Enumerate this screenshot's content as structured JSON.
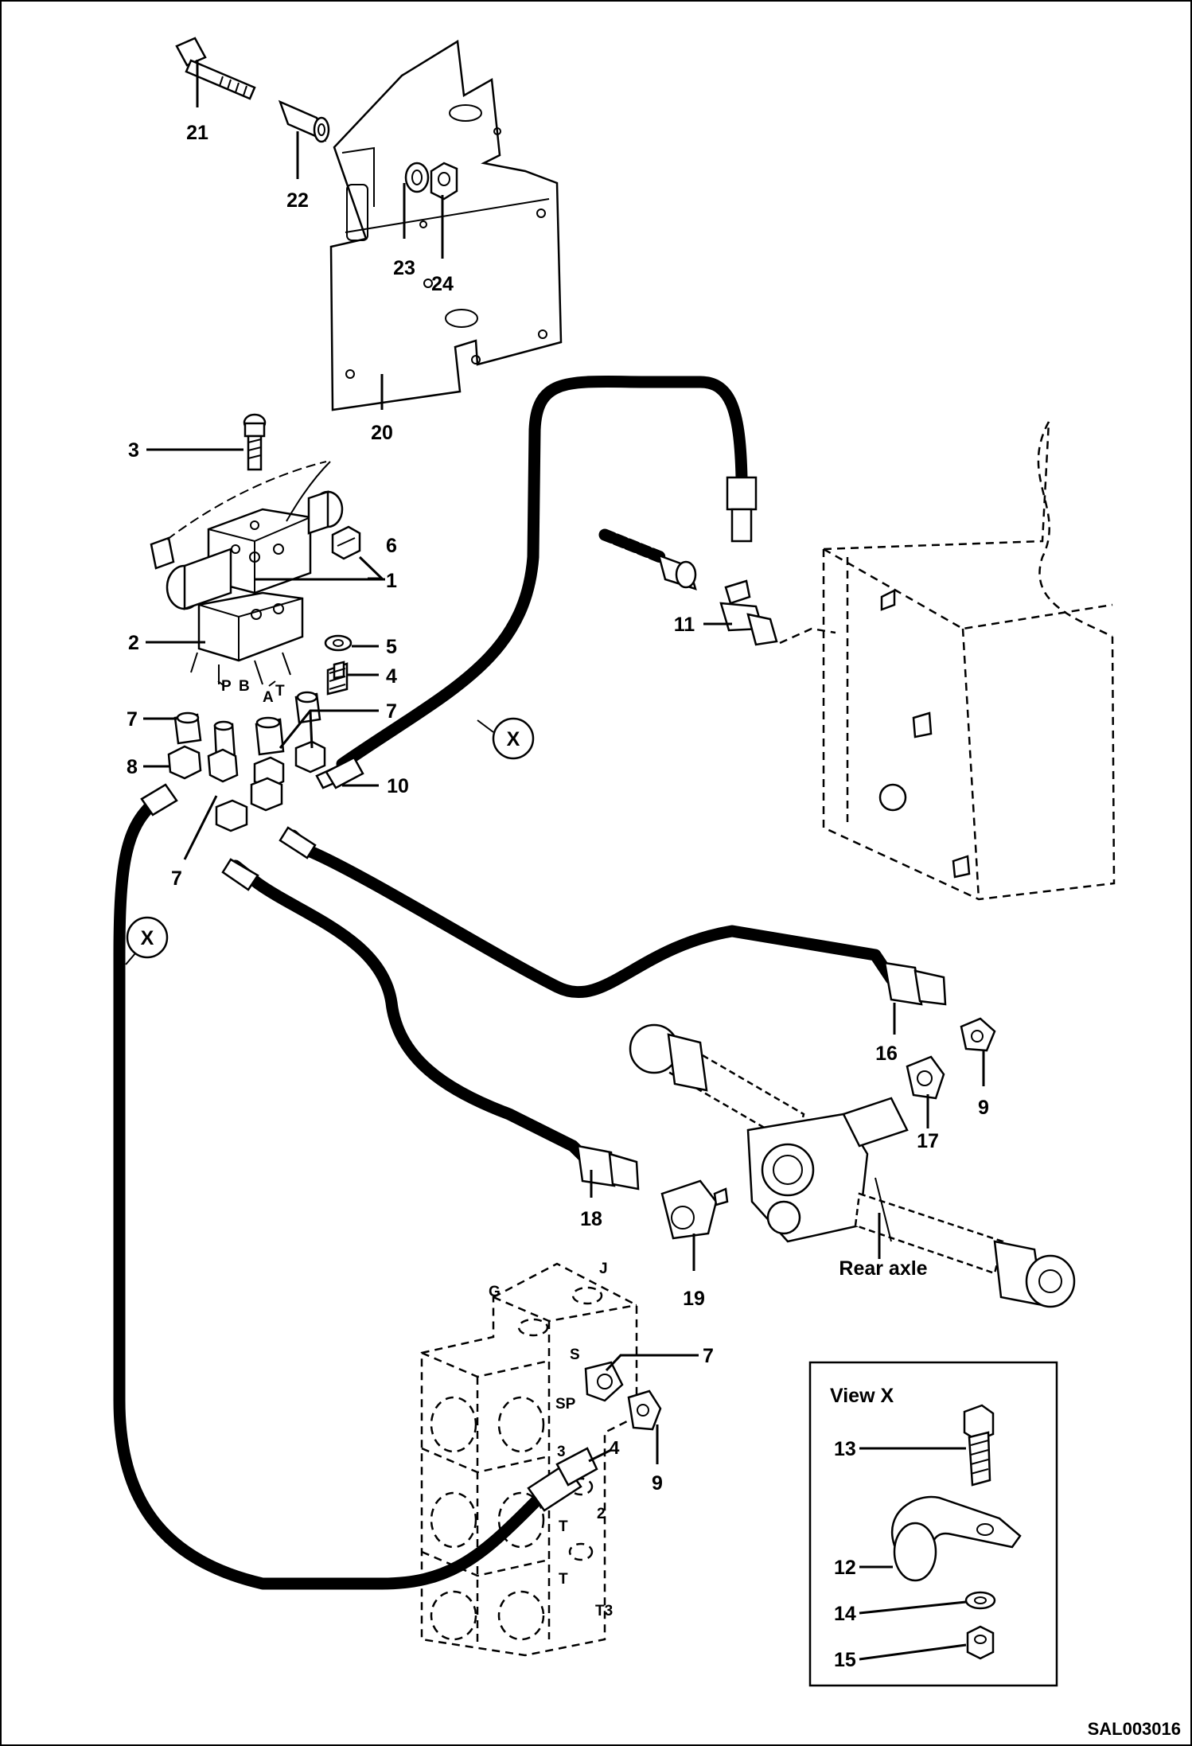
{
  "callouts": [
    "1",
    "2",
    "3",
    "4",
    "5",
    "6",
    "7",
    "8",
    "9",
    "10",
    "11",
    "12",
    "13",
    "14",
    "15",
    "16",
    "17",
    "18",
    "19",
    "20",
    "21",
    "22",
    "23",
    "24"
  ],
  "callout_7_extra": [
    "7",
    "7",
    "7"
  ],
  "callout_9_extra": "9",
  "view_symbol": "X",
  "rear_axle_label": "Rear axle",
  "port_labels": {
    "p": "P",
    "b": "B",
    "t": "T",
    "a": "A"
  },
  "valve_labels": {
    "g": "G",
    "j": "J",
    "s": "S",
    "sp": "SP",
    "t_left": "T",
    "t_right": "T",
    "num2": "2",
    "num3": "3",
    "t3": "T3"
  },
  "view_x": {
    "title": "View X"
  },
  "drawing_code": "SAL003016"
}
